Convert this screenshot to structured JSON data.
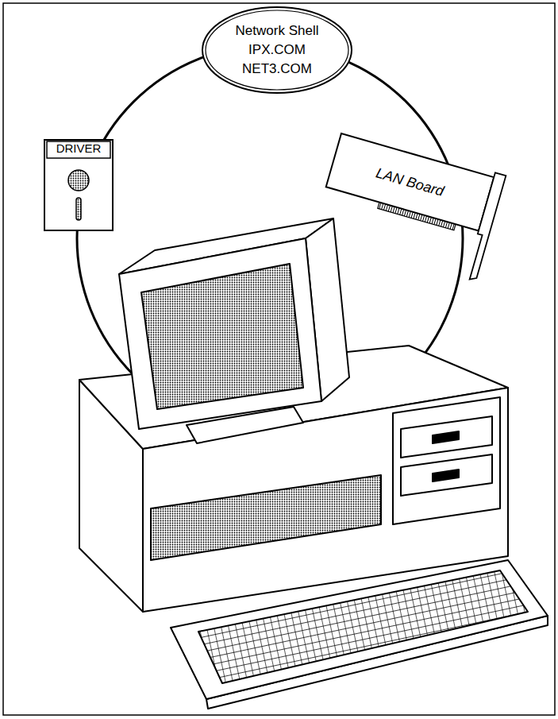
{
  "diagram": {
    "nodes": [
      {
        "text": [
          "Network Shell",
          "IPX.COM",
          "NET3.COM"
        ]
      },
      {
        "text": [
          "DRIVER"
        ]
      },
      {
        "text": [
          "LAN Board"
        ]
      }
    ]
  }
}
